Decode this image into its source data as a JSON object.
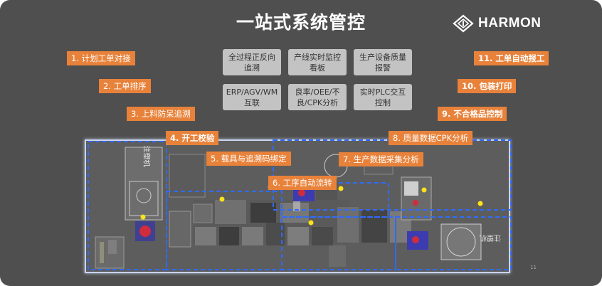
{
  "title": "一站式系统管控",
  "brand": {
    "name": "HARMON",
    "logo_icon": "diamond-logo-icon"
  },
  "features": [
    {
      "id": "full-trace",
      "text": "全过程正反向\n追溯"
    },
    {
      "id": "line-board",
      "text": "产线实时监控\n看板"
    },
    {
      "id": "equipment-alarm",
      "text": "生产设备质量\n报警"
    },
    {
      "id": "erp-link",
      "text": "ERP/AGV/WM\n互联"
    },
    {
      "id": "yield-cpk",
      "text": "良率/OEE/不\n良/CPK分析"
    },
    {
      "id": "plc-interact",
      "text": "实时PLC交互\n控制"
    }
  ],
  "steps": [
    {
      "id": "1",
      "text": "1. 计划工单对接"
    },
    {
      "id": "2",
      "text": "2. 工单排序"
    },
    {
      "id": "3",
      "text": "3. 上料防呆追溯"
    },
    {
      "id": "4",
      "text": "4. 开工校验"
    },
    {
      "id": "5",
      "text": "5. 载具与追溯码绑定"
    },
    {
      "id": "6",
      "text": "6. 工序自动流转"
    },
    {
      "id": "7",
      "text": "7. 生产数据采集分析"
    },
    {
      "id": "8",
      "text": "8. 质量数据CPK分析"
    },
    {
      "id": "9",
      "text": "9. 不合格品控制"
    },
    {
      "id": "10",
      "text": "10. 包装打印"
    },
    {
      "id": "11",
      "text": "11. 工单自动报工"
    }
  ],
  "floor_labels": {
    "left_machine": "注塑机",
    "right_machine": "注塑机"
  },
  "page_number": "11",
  "colors": {
    "background": "#4f4f4f",
    "tag": "#e8823a",
    "feature_box": "#c3c3c3",
    "zone_line": "#2f6bff",
    "marker": "#ffe21a"
  }
}
